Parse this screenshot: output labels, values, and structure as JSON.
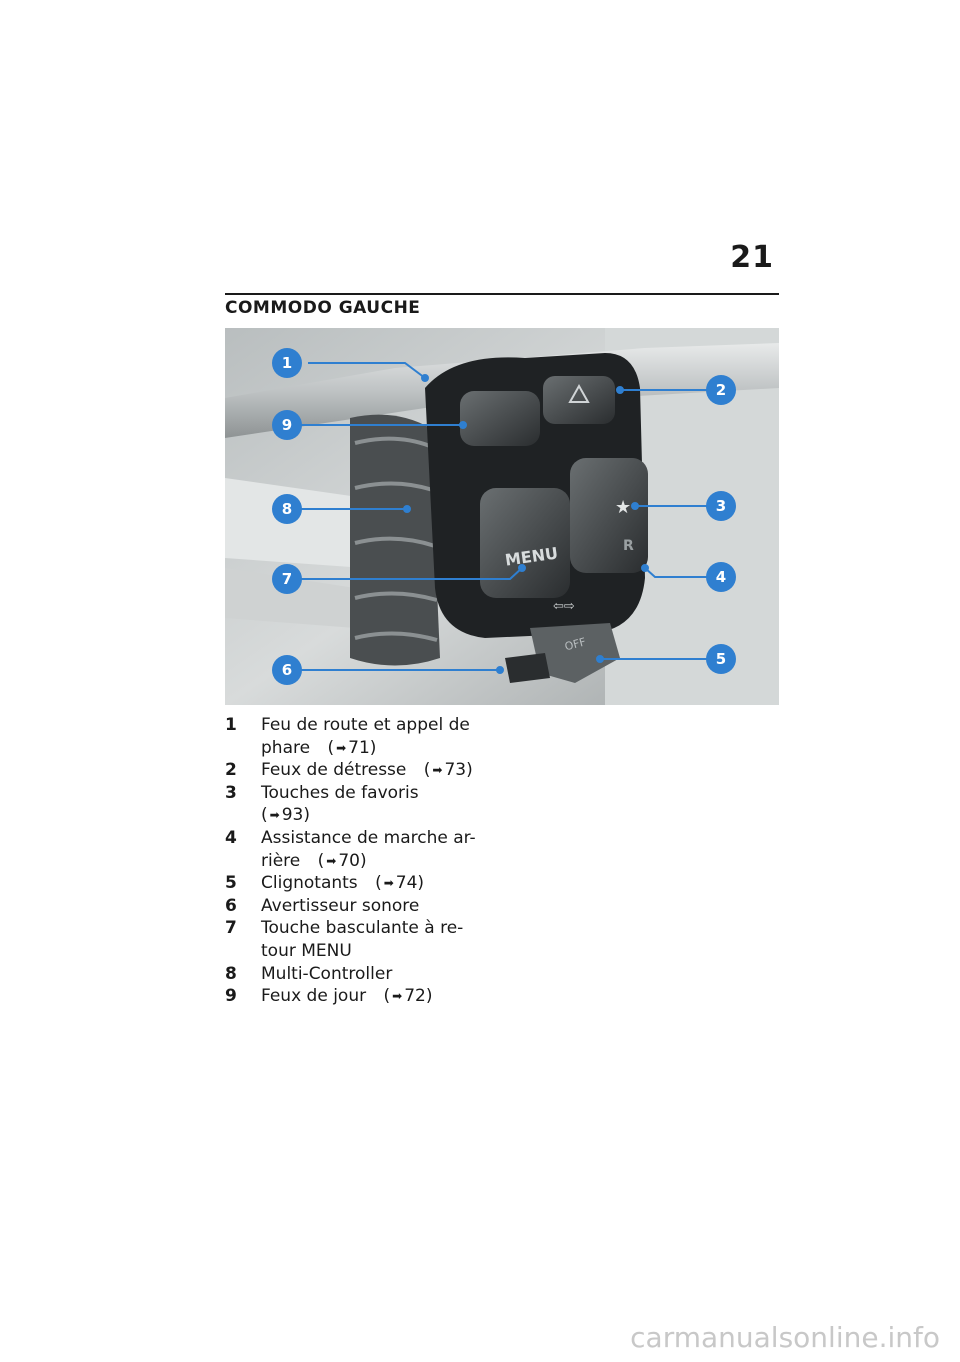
{
  "page": {
    "number": "21",
    "section_title": "COMMODO GAUCHE"
  },
  "figure": {
    "callouts": [
      "1",
      "9",
      "8",
      "7",
      "6",
      "2",
      "3",
      "4",
      "5"
    ],
    "button_labels": {
      "menu": "MENU",
      "off": "OFF",
      "r": "R"
    },
    "callout_color": "#2f7fd0"
  },
  "legend": [
    {
      "num": "1",
      "lines": [
        "Feu de route et appel de",
        "phare"
      ],
      "ref": "71)"
    },
    {
      "num": "2",
      "lines": [
        "Feux de détresse"
      ],
      "ref": "73)"
    },
    {
      "num": "3",
      "lines": [
        "Touches de favoris"
      ],
      "ref_line": "93)"
    },
    {
      "num": "4",
      "lines": [
        "Assistance de marche ar-",
        "rière"
      ],
      "ref": "70)"
    },
    {
      "num": "5",
      "lines": [
        "Clignotants"
      ],
      "ref": "74)"
    },
    {
      "num": "6",
      "lines": [
        "Avertisseur sonore"
      ]
    },
    {
      "num": "7",
      "lines": [
        "Touche basculante à re-",
        "tour MENU"
      ]
    },
    {
      "num": "8",
      "lines": [
        "Multi-Controller"
      ]
    },
    {
      "num": "9",
      "lines": [
        "Feux de jour"
      ],
      "ref": "72)"
    }
  ],
  "watermark": "carmanualsonline.info"
}
